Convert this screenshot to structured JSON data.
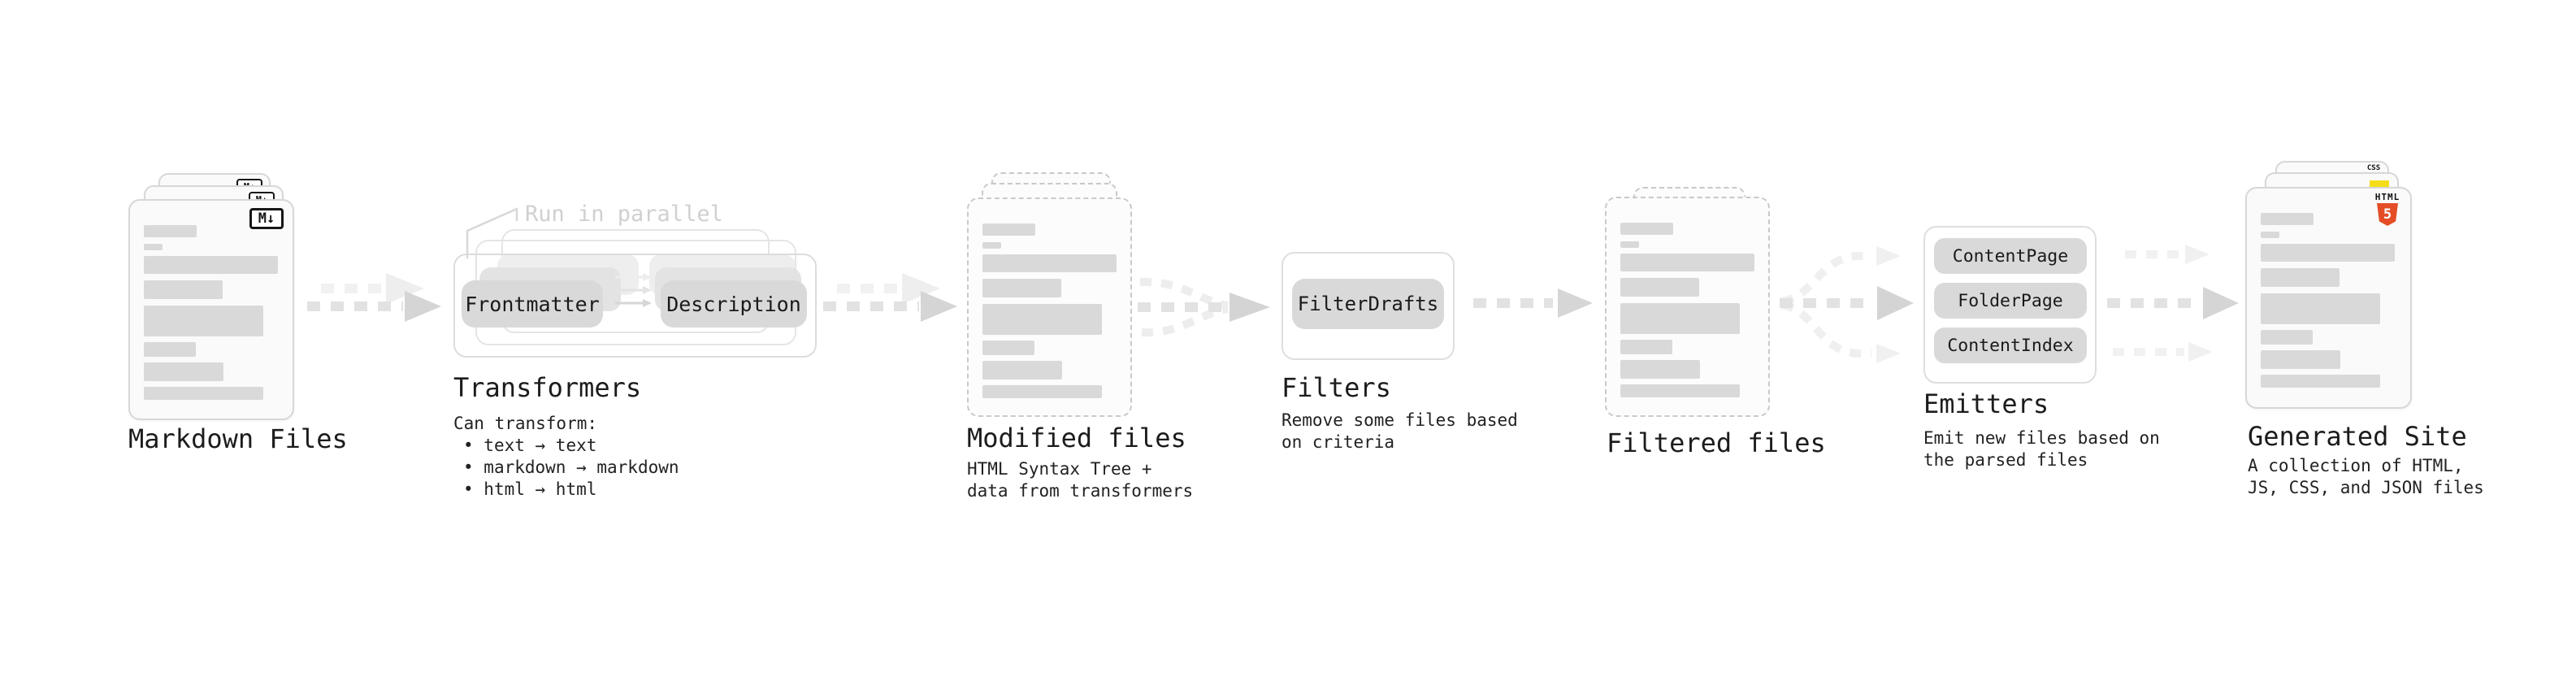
{
  "diagram": {
    "kind": "static-site-generator-pipeline",
    "nodes": {
      "markdown_files": {
        "label": "Markdown Files",
        "badge": "M↓",
        "stack_count": 3
      },
      "transformers": {
        "label": "Transformers",
        "annotation": "Run in parallel",
        "steps": {
          "from": "Frontmatter",
          "to": "Description"
        },
        "note_heading": "Can transform:",
        "note_bullets": [
          "text → text",
          "markdown → markdown",
          "html → html"
        ],
        "stack_count": 3
      },
      "modified_files": {
        "label": "Modified files",
        "note_lines": [
          "HTML Syntax Tree +",
          "data from transformers"
        ],
        "stack_count": 3
      },
      "filters": {
        "label": "Filters",
        "items": [
          "FilterDrafts"
        ],
        "note_lines": [
          "Remove some files based",
          "on criteria"
        ]
      },
      "filtered_files": {
        "label": "Filtered files",
        "stack_count": 2
      },
      "emitters": {
        "label": "Emitters",
        "items": [
          "ContentPage",
          "FolderPage",
          "ContentIndex"
        ],
        "note_lines": [
          "Emit new files based on",
          "the parsed files"
        ]
      },
      "generated_site": {
        "label": "Generated Site",
        "note_lines": [
          "A collection of HTML,",
          "JS, CSS, and JSON files"
        ],
        "file_badges": {
          "css_word": "CSS",
          "html_word": "HTML",
          "html_number": "5"
        },
        "stack_count": 3
      }
    },
    "connections": [
      {
        "from": "markdown_files",
        "to": "transformers",
        "style": "dashed-double-arrow"
      },
      {
        "from": "transformers",
        "to": "modified_files",
        "style": "dashed-double-arrow"
      },
      {
        "from": "modified_files",
        "to": "filters",
        "style": "dashed-converging-arrow"
      },
      {
        "from": "filters",
        "to": "filtered_files",
        "style": "dashed-arrow"
      },
      {
        "from": "filtered_files",
        "to": "emitters",
        "style": "dashed-fanout-arrow"
      },
      {
        "from": "emitters",
        "to": "generated_site",
        "style": "dashed-triple-arrow"
      }
    ],
    "colors": {
      "background": "#ffffff",
      "text": "#1f1f1f",
      "faint_annotation": "#d0d0d0",
      "pill_fill": "#d9d9d9",
      "skeleton_bar": "#d9d9d9",
      "card_fill": "#fafafa",
      "card_border": "#d7d7d7",
      "dashed_card_border": "#c9c9c9",
      "arrow_dash": "#e2e2e2",
      "arrow_head": "#d5d5d5",
      "ghost_arrow": "#f1f1f1",
      "html5_orange": "#e44d26",
      "js_yellow": "#f5de19",
      "css_blue": "#2965f1"
    }
  }
}
